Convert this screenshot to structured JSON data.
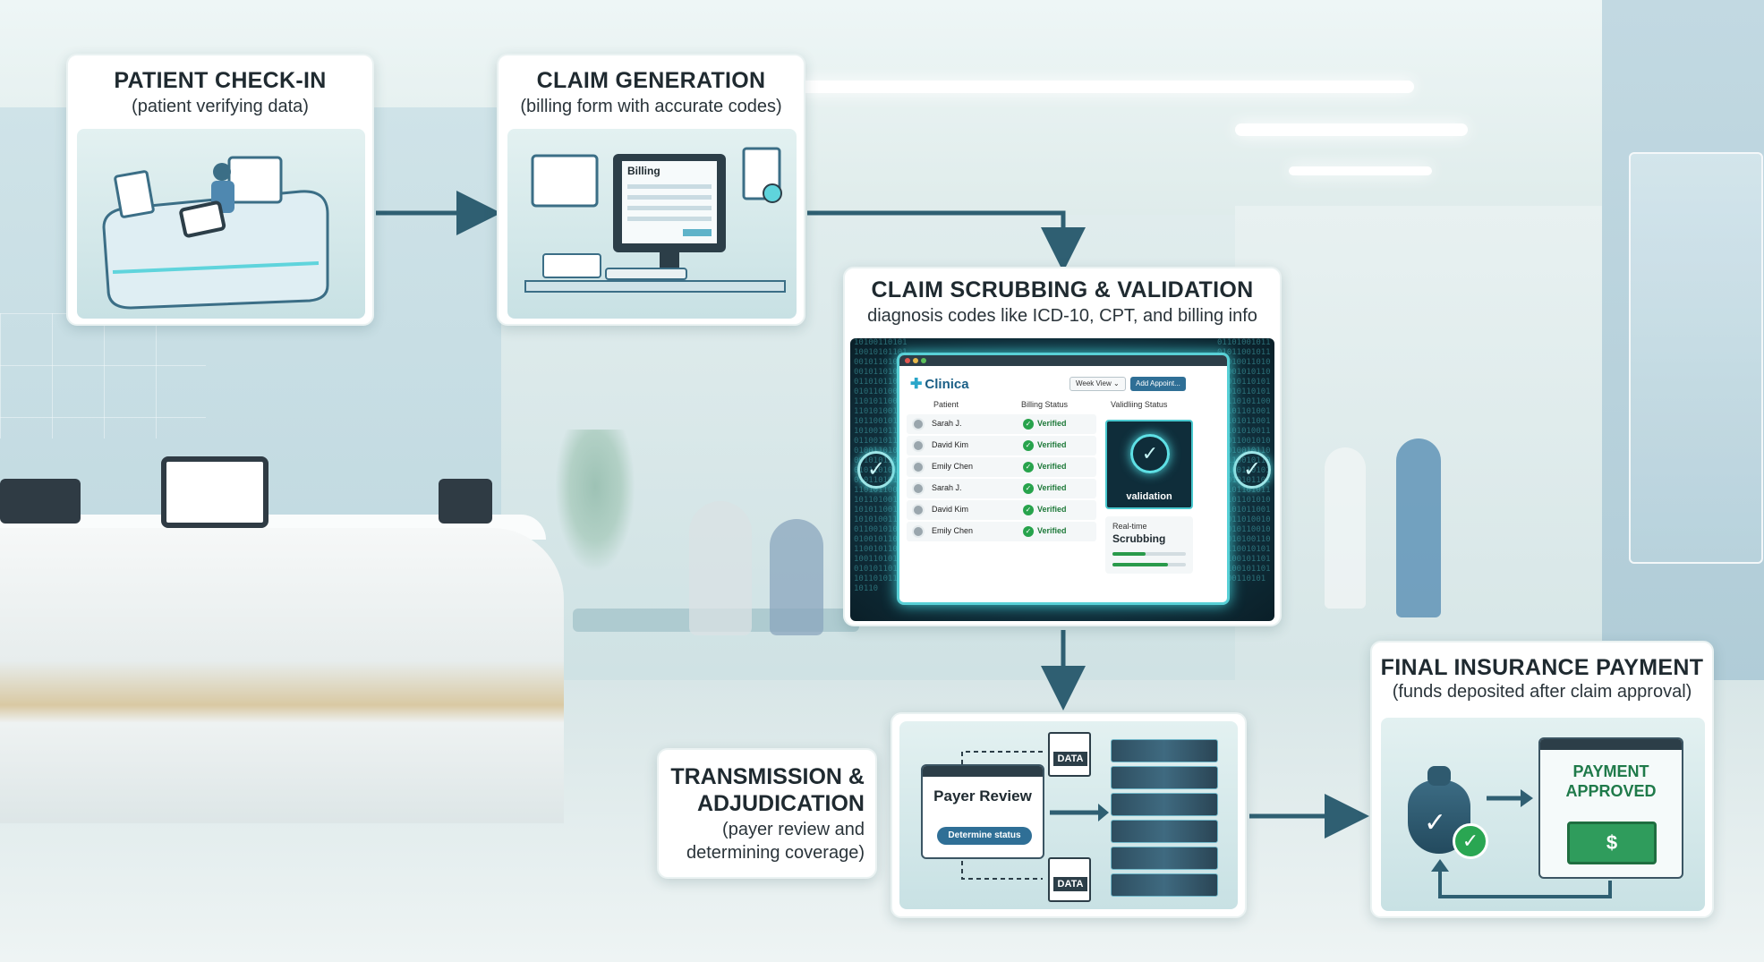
{
  "steps": {
    "checkin": {
      "title": "PATIENT CHECK-IN",
      "subtitle": "(patient verifying data)"
    },
    "generation": {
      "title": "CLAIM GENERATION",
      "subtitle": "(billing form with accurate codes)",
      "monitor_label": "Billing"
    },
    "scrubbing": {
      "title": "CLAIM SCRUBBING & VALIDATION",
      "subtitle": "diagnosis codes like ICD-10, CPT, and billing info",
      "app": {
        "brand": "Clinica",
        "view_button": "Week View ⌄",
        "add_button": "Add Appoint...",
        "columns": {
          "patient": "Patient",
          "billing_status": "Billing Status",
          "validation_status": "Validliing Status"
        },
        "rows": [
          {
            "name": "Sarah J.",
            "status": "Verified"
          },
          {
            "name": "David Kim",
            "status": "Verified"
          },
          {
            "name": "Emily Chen",
            "status": "Verified"
          },
          {
            "name": "Sarah J.",
            "status": "Verified"
          },
          {
            "name": "David Kim",
            "status": "Verified"
          },
          {
            "name": "Emily Chen",
            "status": "Verified"
          }
        ],
        "validation_label": "validation",
        "realtime_line1": "Real-time",
        "realtime_line2": "Scrubbing"
      }
    },
    "transmission": {
      "title_line1": "TRANSMISSION &",
      "title_line2": "ADJUDICATION",
      "subtitle_line1": "(payer review and",
      "subtitle_line2": "determining coverage)",
      "payer_title": "Payer Review",
      "payer_button": "Determine status",
      "data_label": "DATA"
    },
    "payment": {
      "title": "FINAL INSURANCE PAYMENT",
      "subtitle": "(funds deposited after claim approval)",
      "approved_line1": "PAYMENT",
      "approved_line2": "APPROVED",
      "currency_symbol": "$"
    }
  },
  "colors": {
    "arrow": "#2f5f72",
    "verified_green": "#27a34c",
    "accent_teal": "#4ed6dc",
    "brand_blue": "#1a5f86"
  }
}
